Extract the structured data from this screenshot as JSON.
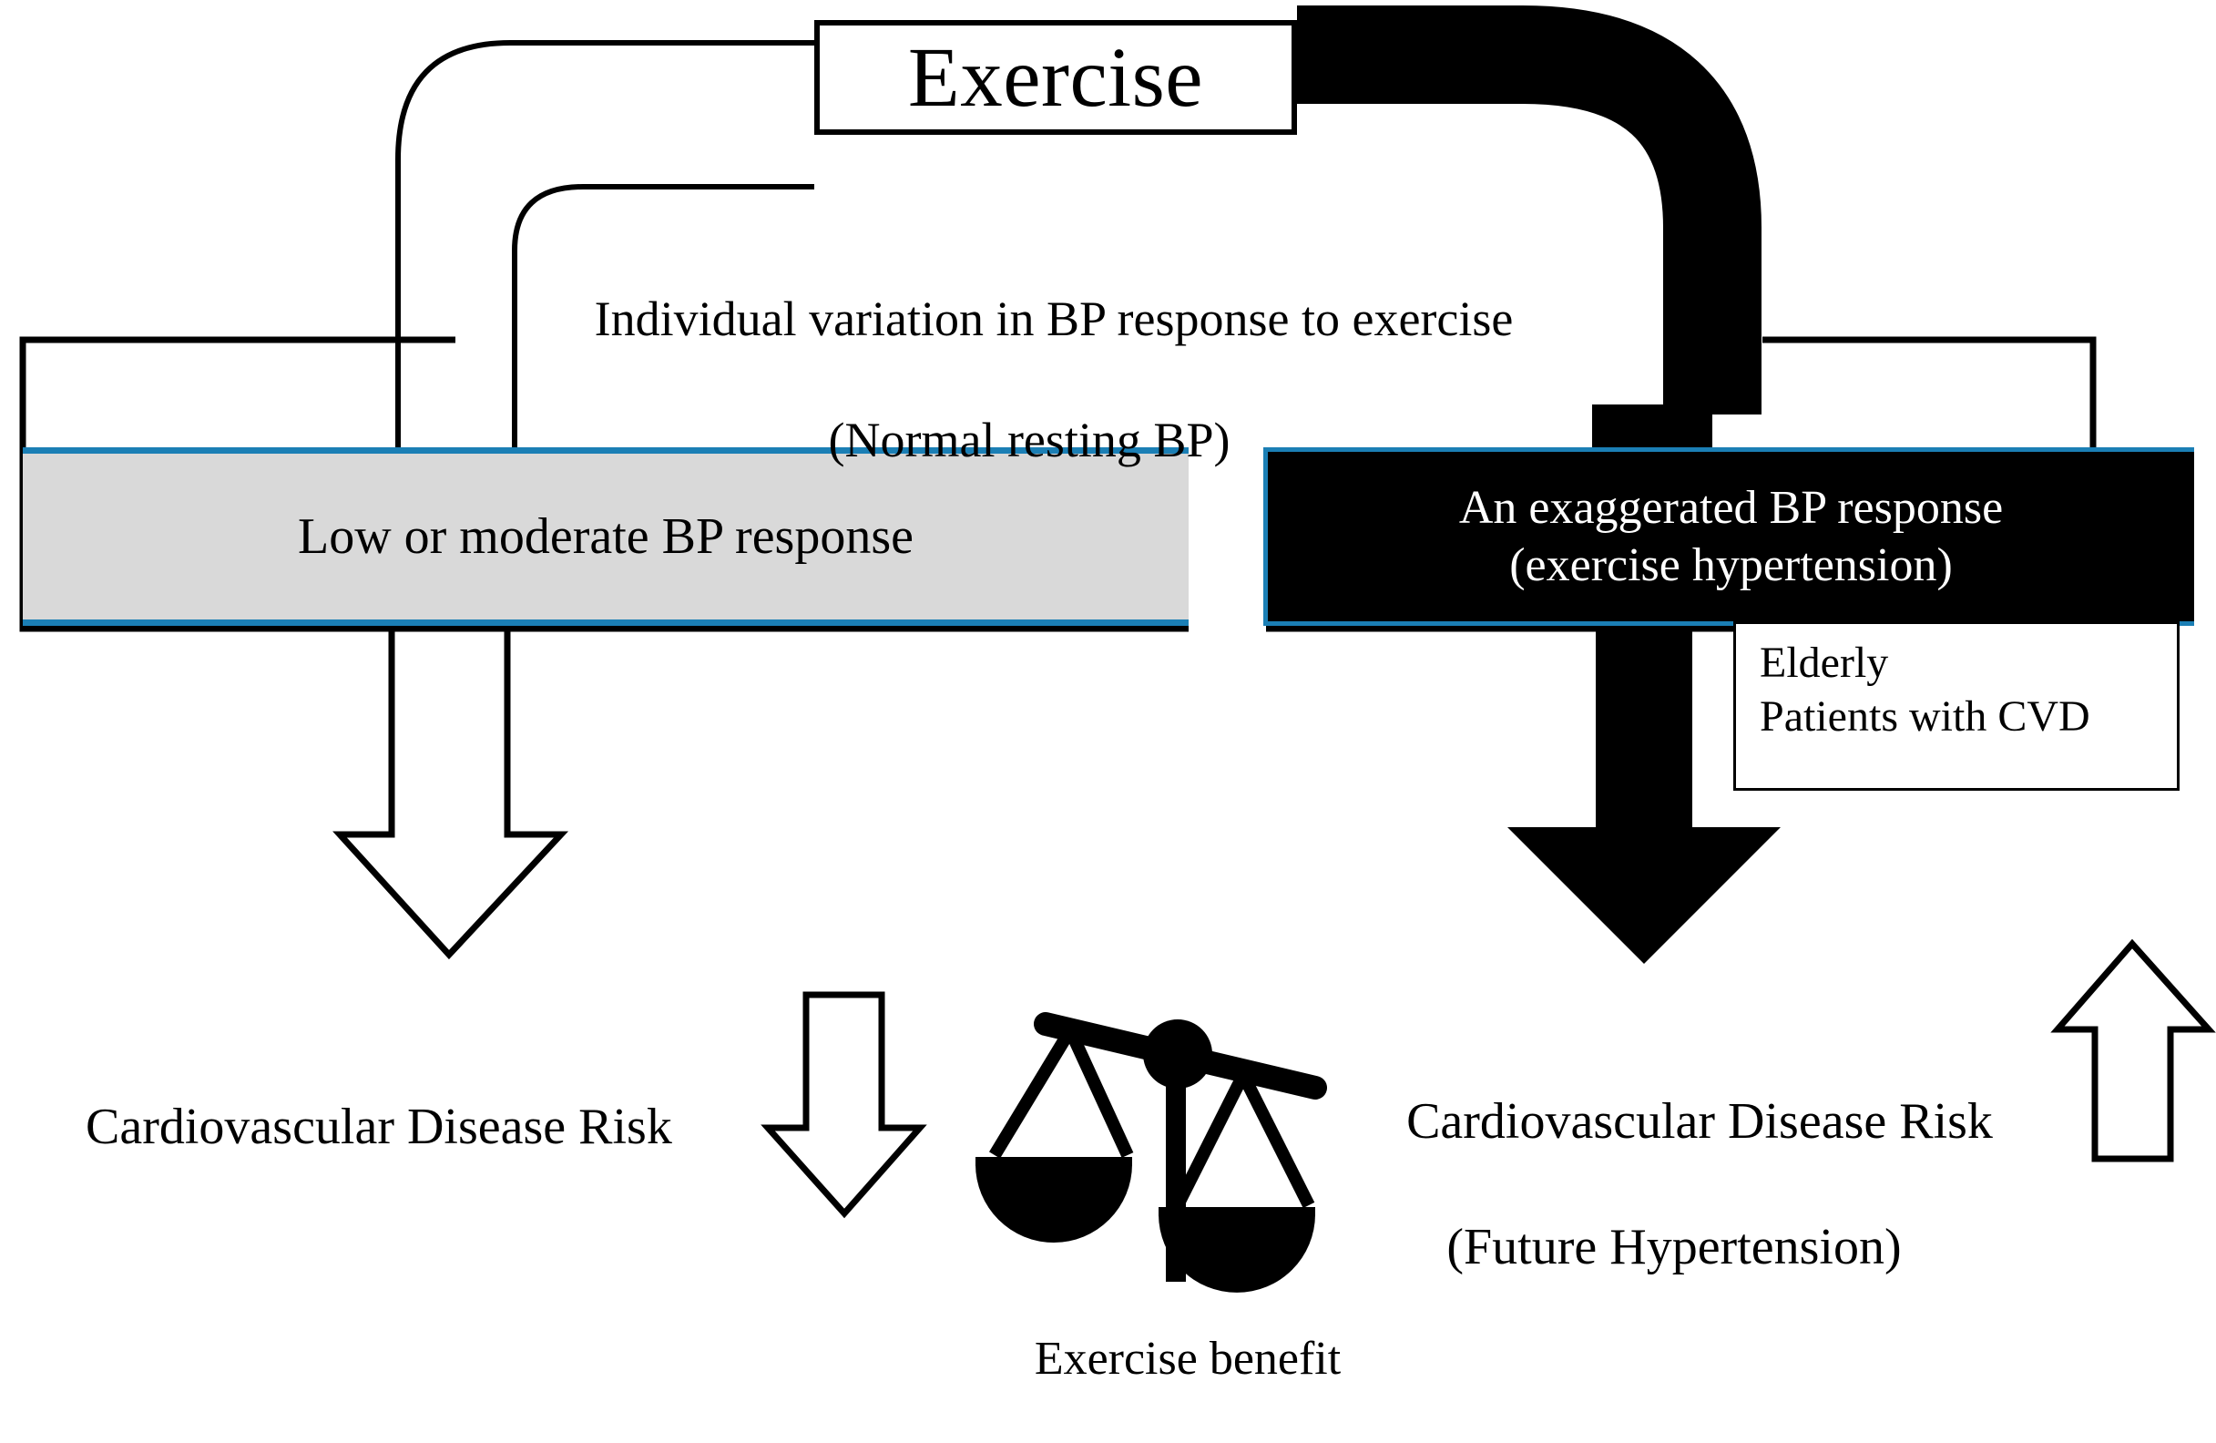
{
  "diagram": {
    "title_box": {
      "label": "Exercise"
    },
    "caption": {
      "line1": "Individual variation in BP response to exercise",
      "line2": "(Normal resting BP)"
    },
    "branches": {
      "left": {
        "panel_label": "Low or moderate BP response",
        "outcome_line1": "Cardiovascular Disease Risk",
        "arrow_icon": "arrow-down-outline-icon"
      },
      "right": {
        "panel_line1": "An exaggerated BP response",
        "panel_line2": "(exercise hypertension)",
        "note_line1": "Elderly",
        "note_line2": "Patients with CVD",
        "outcome_line1": "Cardiovascular Disease Risk",
        "outcome_line2": "(Future Hypertension)",
        "arrow_icon": "arrow-up-outline-icon"
      }
    },
    "balance": {
      "icon": "balance-scale-icon",
      "label": "Exercise benefit"
    },
    "colors": {
      "accent_blue": "#1b7fb5",
      "panel_gray": "#d9d9d9",
      "panel_black": "#000000",
      "outline_black": "#000000",
      "background": "#ffffff"
    }
  }
}
